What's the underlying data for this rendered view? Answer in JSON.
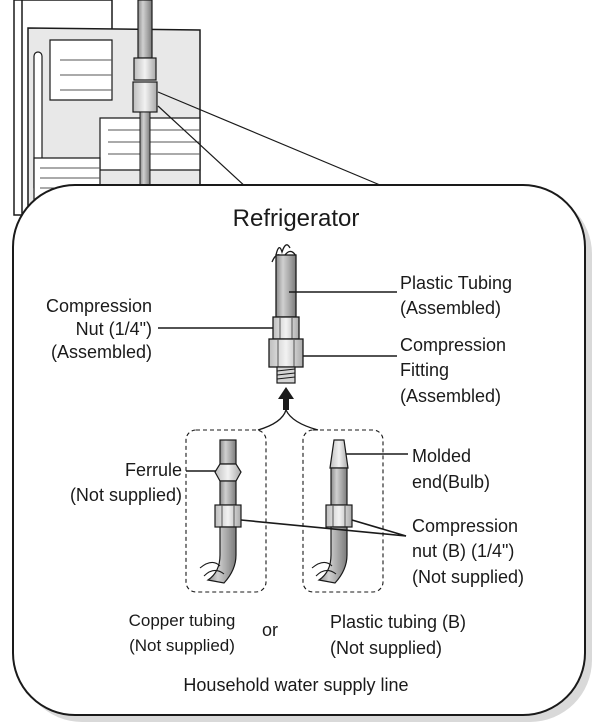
{
  "title": "Refrigerator",
  "labels": {
    "compression_nut_line1": "Compression",
    "compression_nut_line2": "Nut (1/4\")",
    "compression_nut_line3": "(Assembled)",
    "plastic_tubing_line1": "Plastic Tubing",
    "plastic_tubing_line2": "(Assembled)",
    "compression_fitting_line1": "Compression",
    "compression_fitting_line2": "Fitting",
    "compression_fitting_line3": "(Assembled)",
    "ferrule_line1": "Ferrule",
    "ferrule_line2": "(Not supplied)",
    "molded_end_line1": "Molded",
    "molded_end_line2": "end(Bulb)",
    "compression_nut_b_line1": "Compression",
    "compression_nut_b_line2": "nut (B) (1/4\")",
    "compression_nut_b_line3": "(Not supplied)",
    "copper_tubing_line1": "Copper tubing",
    "copper_tubing_line2": "(Not supplied)",
    "or_text": "or",
    "plastic_tubing_b_line1": "Plastic tubing (B)",
    "plastic_tubing_b_line2": "(Not supplied)",
    "household_line": "Household water supply line"
  },
  "colors": {
    "stroke": "#1a1a1a",
    "tube_gray": "#9a9a9a",
    "panel_gray": "#cfcfcf",
    "shadow": "#d9d9d9"
  }
}
